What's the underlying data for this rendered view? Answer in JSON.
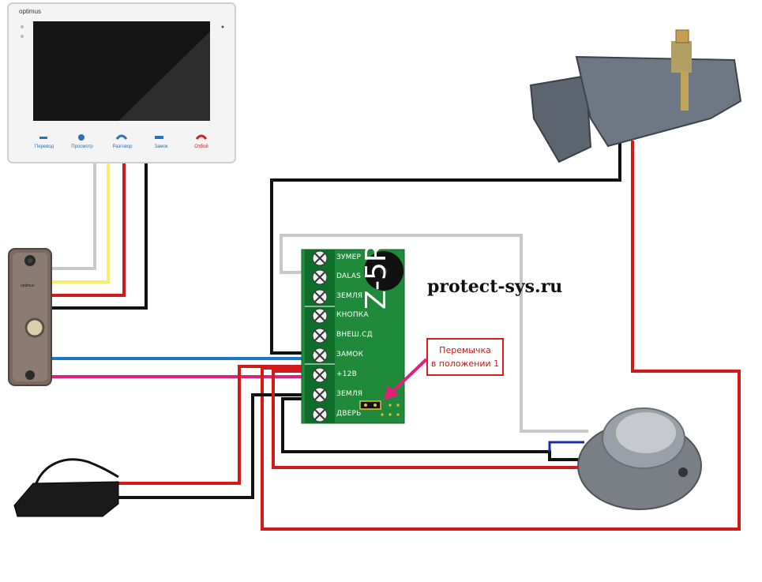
{
  "site_url": "protect-sys.ru",
  "monitor": {
    "brand": "optimus",
    "buttons": [
      {
        "label": "Перевод",
        "color": "#2a72b8"
      },
      {
        "label": "Просмотр",
        "color": "#2a72b8"
      },
      {
        "label": "Разговор",
        "color": "#2a72b8"
      },
      {
        "label": "Замок",
        "color": "#2a72b8"
      },
      {
        "label": "Отбой",
        "color": "#d02020"
      }
    ]
  },
  "call_panel": {
    "brand": "optimus"
  },
  "controller": {
    "model": "Z-5R",
    "terminals": [
      "ЗУМЕР",
      "DALAS",
      "ЗЕМЛЯ",
      "КНОПКА",
      "ВНЕШ.СД",
      "ЗАМОК",
      "+12В",
      "ЗЕМЛЯ",
      "ДВЕРЬ"
    ]
  },
  "jumper_note": {
    "line1": "Перемычка",
    "line2": "в положении 1"
  },
  "colors": {
    "board": "#1f8a3a",
    "wire_red": "#d21a1a",
    "wire_black": "#111111",
    "wire_gray": "#c8c8c8",
    "wire_yellow": "#f5ef6a",
    "wire_blue": "#1e78c8",
    "wire_pink": "#e0207a"
  }
}
